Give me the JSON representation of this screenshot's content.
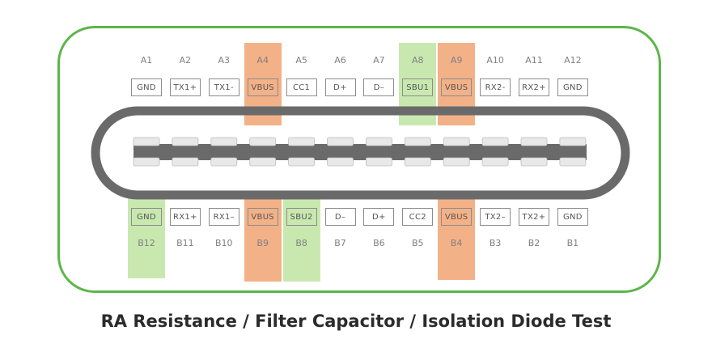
{
  "caption": "RA Resistance / Filter Capacitor / Isolation Diode Test",
  "colors": {
    "frame": "#5bb648",
    "orange_highlight": "#f3b188",
    "green_highlight": "#c9e8b0",
    "plug": "#6a6a6a"
  },
  "top_row": [
    {
      "pin": "A1",
      "signal": "GND",
      "highlight": null
    },
    {
      "pin": "A2",
      "signal": "TX1+",
      "highlight": null
    },
    {
      "pin": "A3",
      "signal": "TX1-",
      "highlight": null
    },
    {
      "pin": "A4",
      "signal": "VBUS",
      "highlight": "orange"
    },
    {
      "pin": "A5",
      "signal": "CC1",
      "highlight": null
    },
    {
      "pin": "A6",
      "signal": "D+",
      "highlight": null
    },
    {
      "pin": "A7",
      "signal": "D–",
      "highlight": null
    },
    {
      "pin": "A8",
      "signal": "SBU1",
      "highlight": "green"
    },
    {
      "pin": "A9",
      "signal": "VBUS",
      "highlight": "orange"
    },
    {
      "pin": "A10",
      "signal": "RX2-",
      "highlight": null
    },
    {
      "pin": "A11",
      "signal": "RX2+",
      "highlight": null
    },
    {
      "pin": "A12",
      "signal": "GND",
      "highlight": null
    }
  ],
  "bottom_row": [
    {
      "pin": "B12",
      "signal": "GND",
      "highlight": "green"
    },
    {
      "pin": "B11",
      "signal": "RX1+",
      "highlight": null
    },
    {
      "pin": "B10",
      "signal": "RX1–",
      "highlight": null
    },
    {
      "pin": "B9",
      "signal": "VBUS",
      "highlight": "orange"
    },
    {
      "pin": "B8",
      "signal": "SBU2",
      "highlight": "green"
    },
    {
      "pin": "B7",
      "signal": "D–",
      "highlight": null
    },
    {
      "pin": "B6",
      "signal": "D+",
      "highlight": null
    },
    {
      "pin": "B5",
      "signal": "CC2",
      "highlight": null
    },
    {
      "pin": "B4",
      "signal": "VBUS",
      "highlight": "orange"
    },
    {
      "pin": "B3",
      "signal": "TX2–",
      "highlight": null
    },
    {
      "pin": "B2",
      "signal": "TX2+",
      "highlight": null
    },
    {
      "pin": "B1",
      "signal": "GND",
      "highlight": null
    }
  ]
}
